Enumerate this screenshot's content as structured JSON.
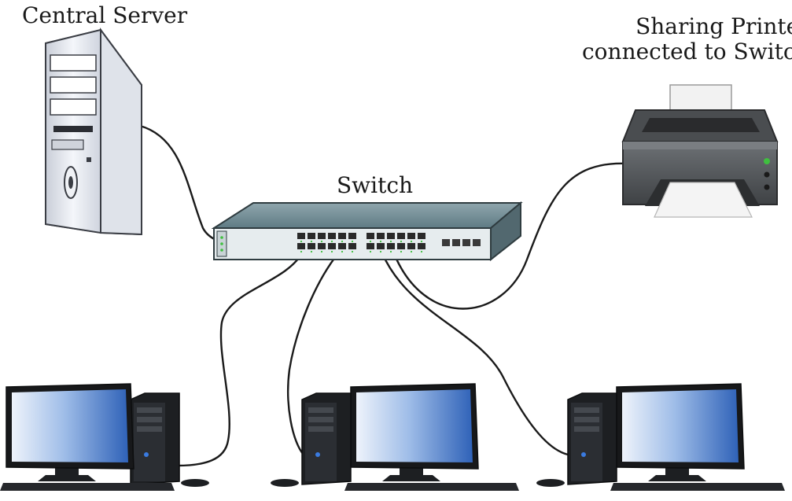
{
  "labels": {
    "server": "Central Server",
    "switch": "Switch",
    "printer_line1": "Sharing Printer",
    "printer_line2": "connected to Switch"
  },
  "colors": {
    "cable": "#1a1a1a",
    "switch_body": "#6f8b94",
    "switch_front": "#e6ecee",
    "server_body": "#e9ecf2",
    "printer_body": "#5b5f63",
    "monitor_screen": "#4a7fd0",
    "pc_tower": "#1d1f22",
    "port": "#2a2a2a",
    "led_green": "#3fbf3f"
  }
}
